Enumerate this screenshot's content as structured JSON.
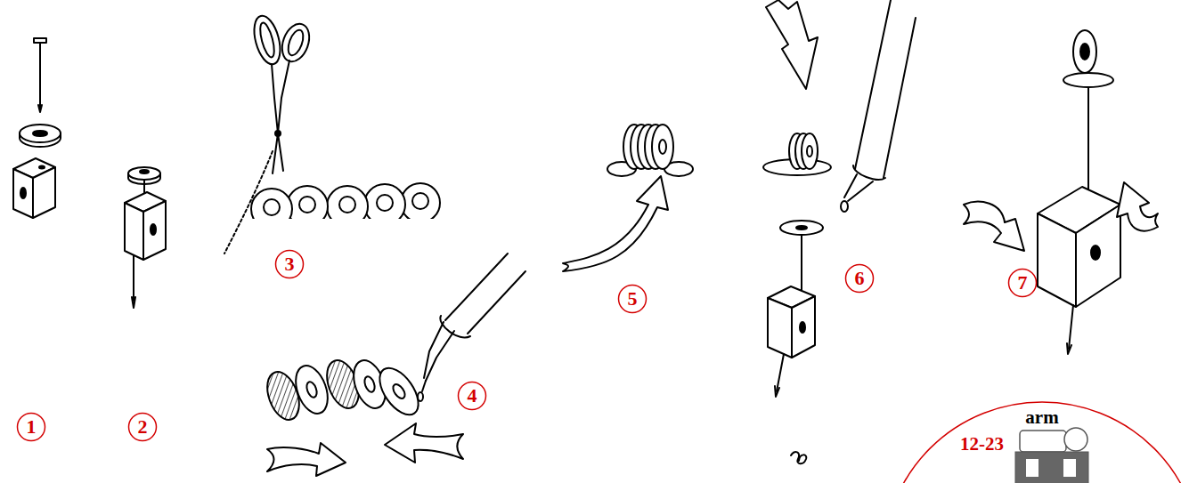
{
  "diagram": {
    "nodes": [
      {
        "text": [
          "1"
        ]
      },
      {
        "text": [
          "2"
        ]
      },
      {
        "text": [
          "3"
        ]
      },
      {
        "text": [
          "4"
        ]
      },
      {
        "text": [
          "5"
        ]
      },
      {
        "text": [
          "6"
        ]
      },
      {
        "text": [
          "7"
        ]
      },
      {
        "text": [
          "arm",
          "12-23"
        ]
      }
    ]
  }
}
